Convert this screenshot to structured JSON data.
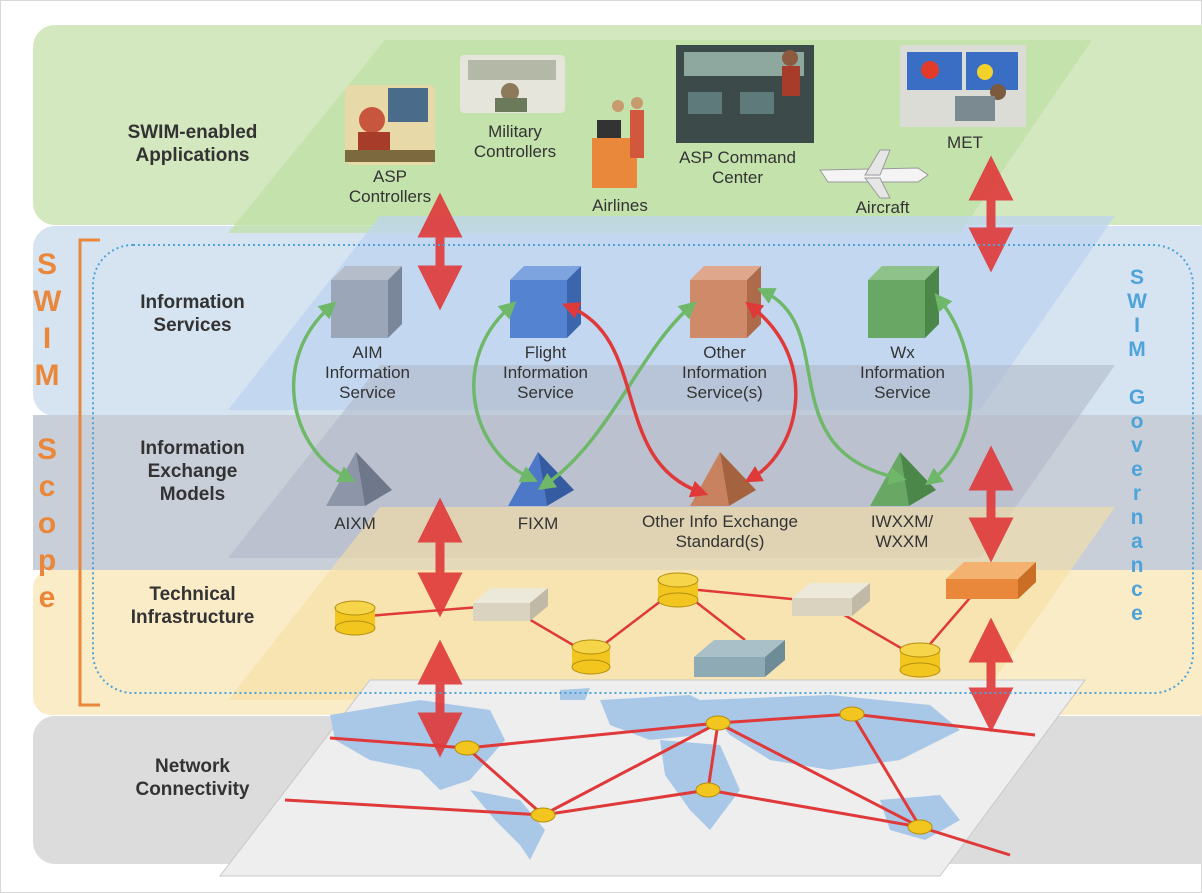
{
  "layers": {
    "applications": "SWIM-enabled\nApplications",
    "services": "Information\nServices",
    "models": "Information\nExchange\nModels",
    "infrastructure": "Technical\nInfrastructure",
    "network": "Network\nConnectivity"
  },
  "applications": {
    "asp_controllers": "ASP\nControllers",
    "military_controllers": "Military\nControllers",
    "airlines": "Airlines",
    "asp_command_center": "ASP Command\nCenter",
    "aircraft": "Aircraft",
    "met": "MET"
  },
  "services": {
    "aim": "AIM\nInformation\nService",
    "flight": "Flight\nInformation\nService",
    "other": "Other\nInformation\nService(s)",
    "wx": "Wx\nInformation\nService"
  },
  "models": {
    "aixm": "AIXM",
    "fixm": "FIXM",
    "other": "Other Info Exchange\nStandard(s)",
    "iwxxm": "IWXXM/\nWXXM"
  },
  "scope_letters": [
    "S",
    "W",
    "I",
    "M",
    "",
    "S",
    "c",
    "o",
    "p",
    "e"
  ],
  "governance_letters": [
    "S",
    "W",
    "I",
    "M",
    "",
    "G",
    "o",
    "v",
    "e",
    "r",
    "n",
    "a",
    "n",
    "c",
    "e"
  ],
  "colors": {
    "applications_band": "#d4e8c0",
    "services_band": "#d6e4f2",
    "models_band": "#c9cfd9",
    "infrastructure_band": "#fbecc8",
    "network_band": "#dcdcdc",
    "scope": "#e9873a",
    "governance": "#4ea3d9",
    "link_red": "#e0393a",
    "link_green": "#6fb86a",
    "node_yellow": "#f3c61f"
  }
}
